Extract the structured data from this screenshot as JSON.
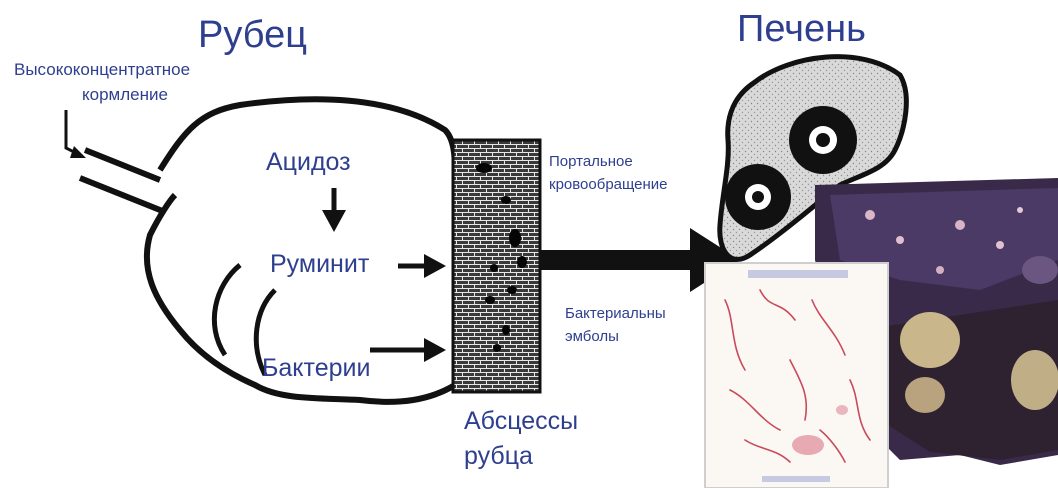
{
  "rumen": {
    "title": "Рубец",
    "feed": [
      "Высококонцентратное",
      "кормление"
    ],
    "acidosis": "Ацидоз",
    "ruminitis": "Руминит",
    "bacteria": "Бактерии",
    "abscesses": [
      "Абсцессы",
      "рубца"
    ]
  },
  "liver": {
    "title": "Печень",
    "portal": [
      "Портальное",
      "кровообращение"
    ],
    "emboli": [
      "Бактериальны",
      "эмболы"
    ]
  },
  "colors": {
    "text": "#2e3f8f",
    "wall": "#2a2a2a",
    "liver_fill": "#d8d8d8",
    "tissue": "#3a2a4a"
  }
}
